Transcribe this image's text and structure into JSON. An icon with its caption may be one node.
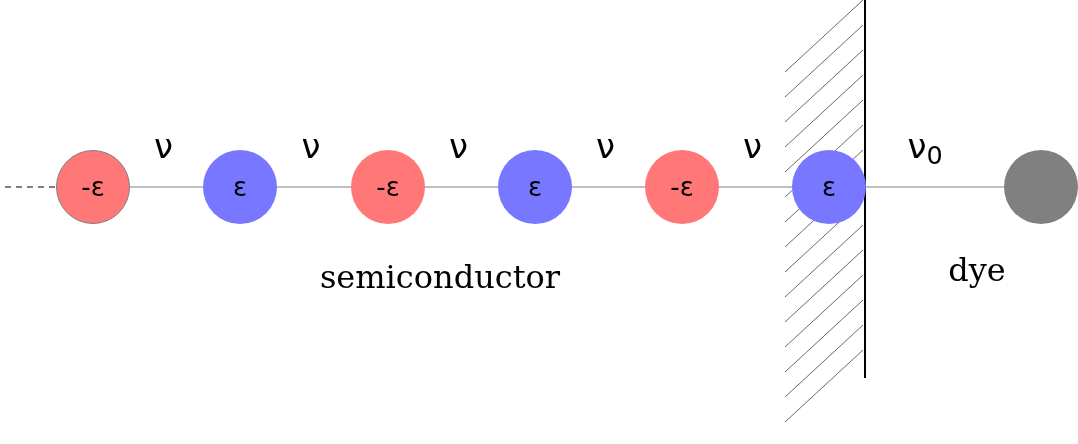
{
  "diagram": {
    "nodes": [
      {
        "text": [
          "-ε"
        ]
      },
      {
        "text": [
          "ε"
        ]
      },
      {
        "text": [
          "-ε"
        ]
      },
      {
        "text": [
          "ε"
        ]
      },
      {
        "text": [
          "-ε"
        ]
      },
      {
        "text": [
          "ε"
        ]
      },
      {
        "text": [],
        "shape": "circle"
      }
    ],
    "edges": [
      {
        "from": null,
        "to": 0,
        "arrow": "none",
        "style": "dashed",
        "color": "#000000"
      },
      {
        "from": 0,
        "to": 1,
        "arrow": "none",
        "label": "ν"
      },
      {
        "from": 1,
        "to": 2,
        "arrow": "none",
        "label": "ν"
      },
      {
        "from": 2,
        "to": 3,
        "arrow": "none",
        "label": "ν"
      },
      {
        "from": 3,
        "to": 4,
        "arrow": "none",
        "label": "ν"
      },
      {
        "from": 4,
        "to": 5,
        "arrow": "none",
        "label": "ν"
      },
      {
        "from": 5,
        "to": 6,
        "arrow": "none",
        "label": "ν$_{0}$"
      }
    ],
    "labels": [
      "semiconductor",
      "dye"
    ]
  }
}
